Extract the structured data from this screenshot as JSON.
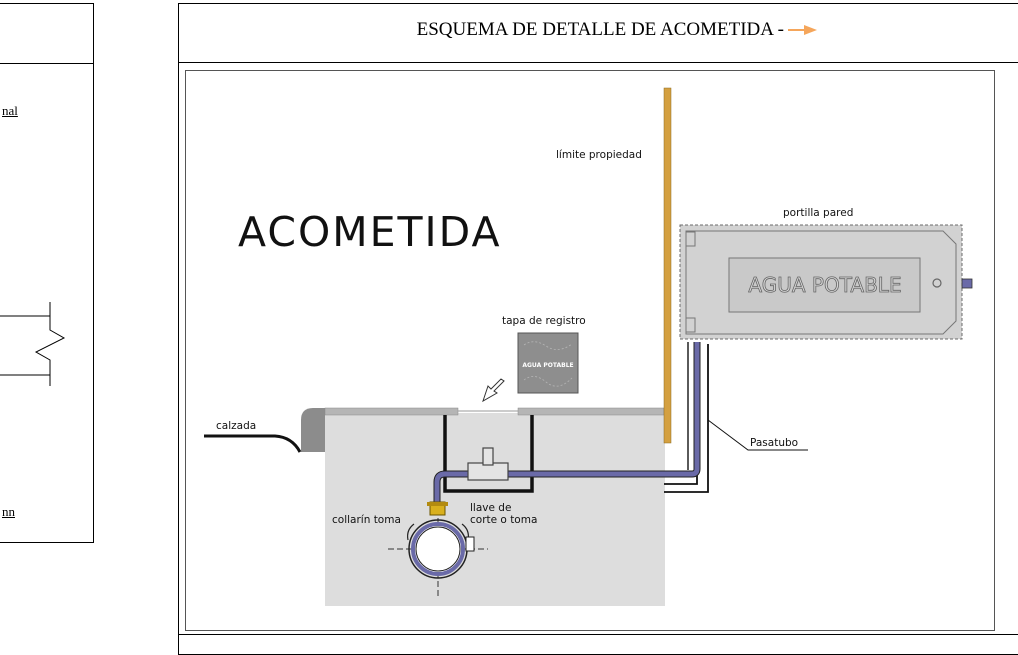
{
  "left_panel": {
    "text_top": "nal",
    "text_bottom": "nn"
  },
  "header": {
    "title": "ESQUEMA DE DETALLE DE ACOMETIDA -",
    "arrow_icon": "arrow-right-icon",
    "arrow_color": "#f5a65b"
  },
  "diagram": {
    "heading": "ACOMETIDA",
    "labels": {
      "limite_propiedad": "límite propiedad",
      "portilla_pared": "portilla pared",
      "agua_potable_box": "AGUA POTABLE",
      "tapa_registro": "tapa de registro",
      "tapa_text": "AGUA POTABLE",
      "calzada": "calzada",
      "pasatubo": "Pasatubo",
      "collarin_toma": "collarín toma",
      "llave_line1": "llave de",
      "llave_line2": "corte o toma"
    },
    "colors": {
      "pipe": "#6a6aa8",
      "property_line": "#d4a040",
      "ground": "#dddddd",
      "cabinet": "#d2d2d2",
      "fitting": "#d9b01e"
    }
  }
}
